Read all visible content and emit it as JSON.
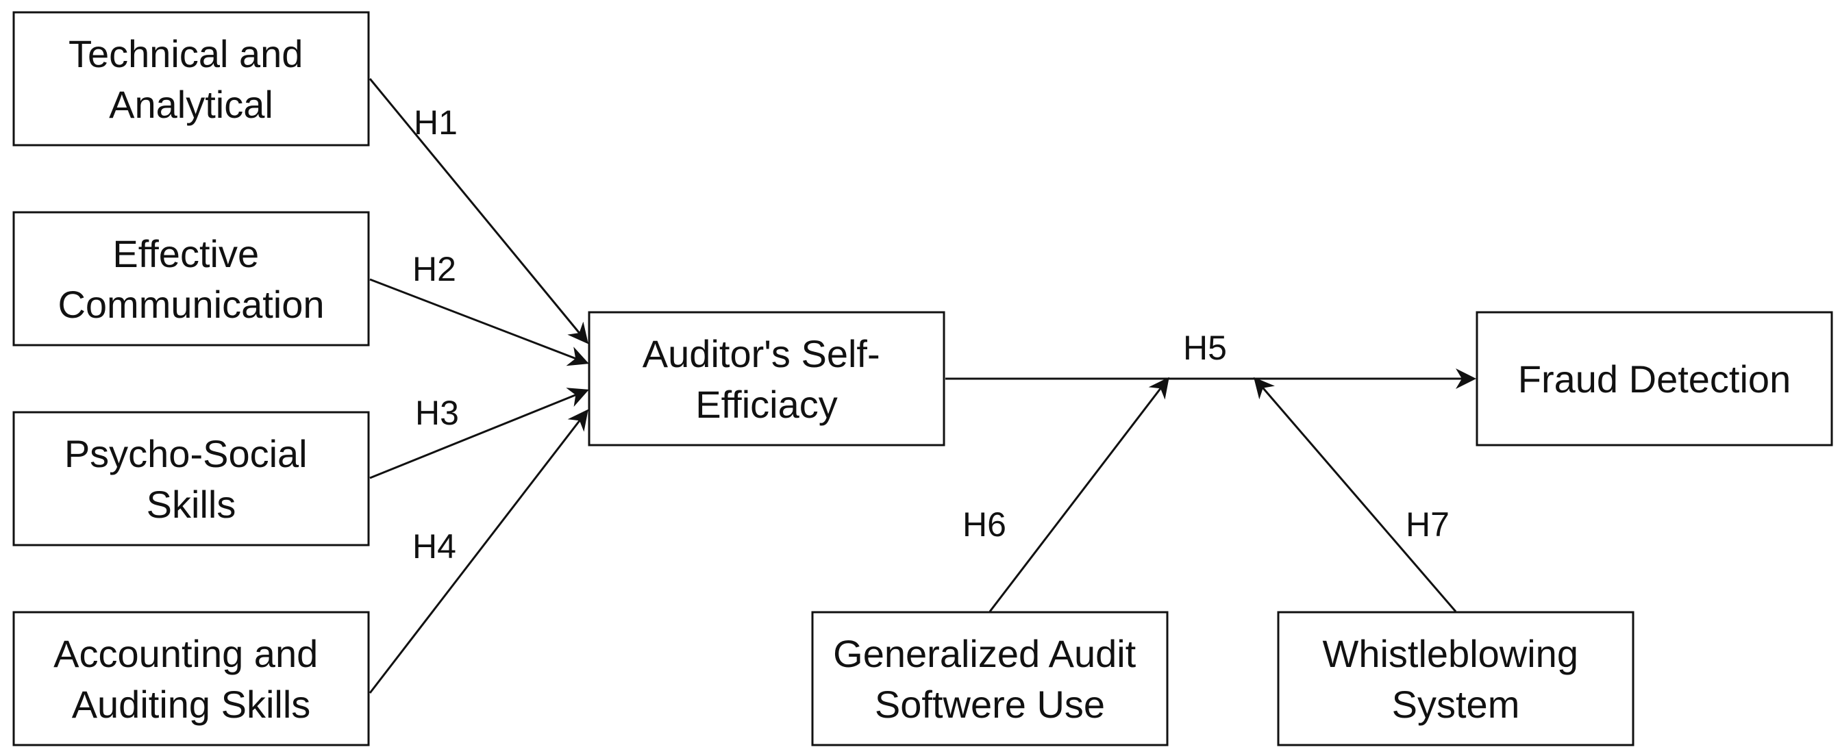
{
  "nodes": {
    "technical": {
      "lines": [
        "Technical and",
        "Analytical"
      ]
    },
    "communication": {
      "lines": [
        "Effective",
        "Communication"
      ]
    },
    "psycho": {
      "lines": [
        "Psycho-Social",
        "Skills"
      ]
    },
    "accounting": {
      "lines": [
        "Accounting and",
        "Auditing Skills"
      ]
    },
    "self_efficacy": {
      "lines": [
        "Auditor's Self-",
        "Efficiacy"
      ]
    },
    "fraud": {
      "lines": [
        "Fraud Detection"
      ]
    },
    "gas": {
      "lines": [
        "Generalized Audit",
        "Softwere Use"
      ]
    },
    "whistle": {
      "lines": [
        "Whistleblowing",
        "System"
      ]
    }
  },
  "edges": {
    "h1": {
      "label": "H1"
    },
    "h2": {
      "label": "H2"
    },
    "h3": {
      "label": "H3"
    },
    "h4": {
      "label": "H4"
    },
    "h5": {
      "label": "H5"
    },
    "h6": {
      "label": "H6"
    },
    "h7": {
      "label": "H7"
    }
  },
  "colors": {
    "stroke": "#111111",
    "background": "#ffffff"
  }
}
